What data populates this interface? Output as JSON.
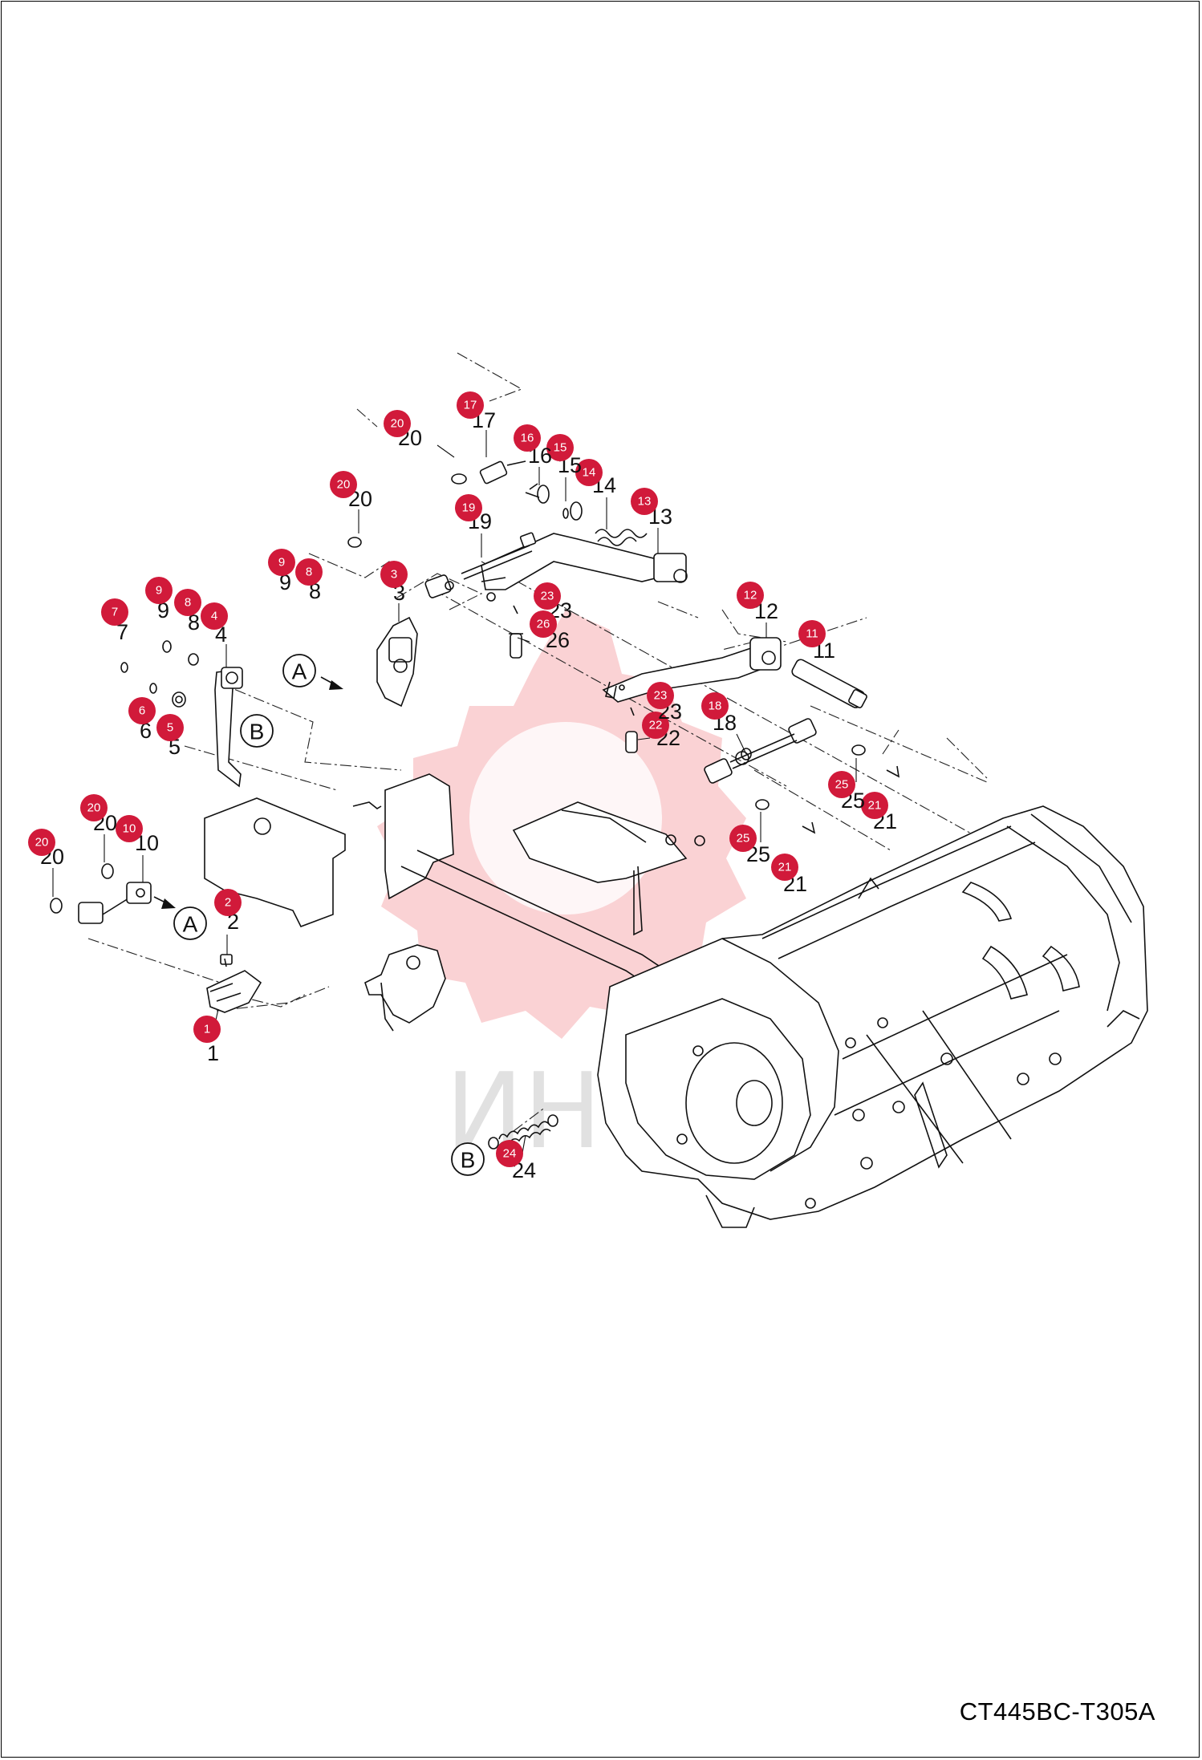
{
  "drawing_code": "CT445BC-T305A",
  "watermark_text": "ИНТЕХ",
  "bubble_color": "#d11a3a",
  "callouts": [
    {
      "id": "c1",
      "bubble": "1",
      "label": "1"
    },
    {
      "id": "c2",
      "bubble": "2",
      "label": "2"
    },
    {
      "id": "c3",
      "bubble": "3",
      "label": "3"
    },
    {
      "id": "c4",
      "bubble": "4",
      "label": "4"
    },
    {
      "id": "c5",
      "bubble": "5",
      "label": "5"
    },
    {
      "id": "c6",
      "bubble": "6",
      "label": "6"
    },
    {
      "id": "c7",
      "bubble": "7",
      "label": "7"
    },
    {
      "id": "c8a",
      "bubble": "8",
      "label": "8"
    },
    {
      "id": "c8b",
      "bubble": "8",
      "label": "8"
    },
    {
      "id": "c9a",
      "bubble": "9",
      "label": "9"
    },
    {
      "id": "c9b",
      "bubble": "9",
      "label": "9"
    },
    {
      "id": "c10",
      "bubble": "10",
      "label": "10"
    },
    {
      "id": "c11",
      "bubble": "11",
      "label": "11"
    },
    {
      "id": "c12",
      "bubble": "12",
      "label": "12"
    },
    {
      "id": "c13",
      "bubble": "13",
      "label": "13"
    },
    {
      "id": "c14",
      "bubble": "14",
      "label": "14"
    },
    {
      "id": "c15",
      "bubble": "15",
      "label": "15"
    },
    {
      "id": "c16",
      "bubble": "16",
      "label": "16"
    },
    {
      "id": "c17",
      "bubble": "17",
      "label": "17"
    },
    {
      "id": "c18",
      "bubble": "18",
      "label": "18"
    },
    {
      "id": "c19",
      "bubble": "19",
      "label": "19"
    },
    {
      "id": "c20a",
      "bubble": "20",
      "label": "20"
    },
    {
      "id": "c20b",
      "bubble": "20",
      "label": "20"
    },
    {
      "id": "c20c",
      "bubble": "20",
      "label": "20"
    },
    {
      "id": "c20d",
      "bubble": "20",
      "label": "20"
    },
    {
      "id": "c21a",
      "bubble": "21",
      "label": "21"
    },
    {
      "id": "c21b",
      "bubble": "21",
      "label": "21"
    },
    {
      "id": "c22",
      "bubble": "22",
      "label": "22"
    },
    {
      "id": "c23a",
      "bubble": "23",
      "label": "23"
    },
    {
      "id": "c23b",
      "bubble": "23",
      "label": "23"
    },
    {
      "id": "c24",
      "bubble": "24",
      "label": "24"
    },
    {
      "id": "c25a",
      "bubble": "25",
      "label": "25"
    },
    {
      "id": "c25b",
      "bubble": "25",
      "label": "25"
    },
    {
      "id": "c26",
      "bubble": "26",
      "label": "26"
    }
  ],
  "refs": [
    {
      "id": "refA1",
      "label": "A"
    },
    {
      "id": "refA2",
      "label": "A"
    },
    {
      "id": "refB1",
      "label": "B"
    },
    {
      "id": "refB2",
      "label": "B"
    }
  ]
}
